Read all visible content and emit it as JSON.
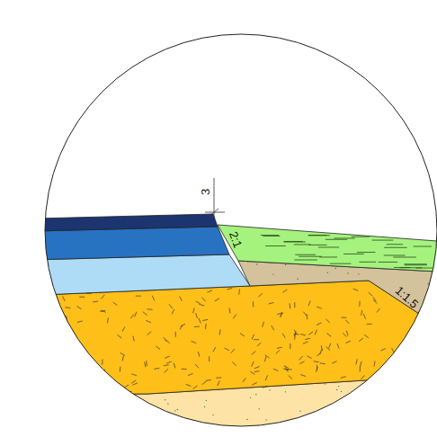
{
  "diagram": {
    "labels": [
      "3",
      "2:1",
      "1:1.5"
    ]
  }
}
